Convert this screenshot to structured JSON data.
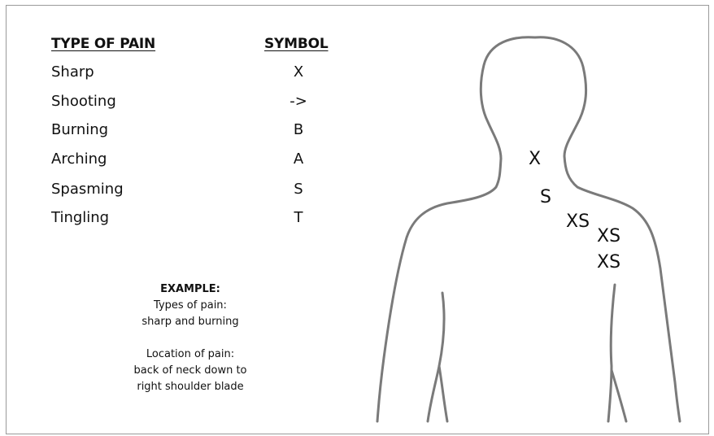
{
  "legend": {
    "header_type": "TYPE OF PAIN",
    "header_symbol": "SYMBOL",
    "rows": [
      {
        "type": "Sharp",
        "symbol": "X"
      },
      {
        "type": "Shooting",
        "symbol": "->"
      },
      {
        "type": "Burning",
        "symbol": "B"
      },
      {
        "type": "Arching",
        "symbol": "A"
      },
      {
        "type": "Spasming",
        "symbol": "S"
      },
      {
        "type": "Tingling",
        "symbol": "T"
      }
    ]
  },
  "example": {
    "title": "EXAMPLE:",
    "types_label": "Types of pain:",
    "types_value": "sharp and burning",
    "location_label": "Location of pain:",
    "location_line1": "back of neck down to",
    "location_line2": "right shoulder blade"
  },
  "body_marks": [
    "X",
    "S",
    "XS",
    "XS",
    "XS"
  ],
  "colors": {
    "outline": "#7a7a7a",
    "frame": "#9a9a9a",
    "text": "#111111"
  }
}
